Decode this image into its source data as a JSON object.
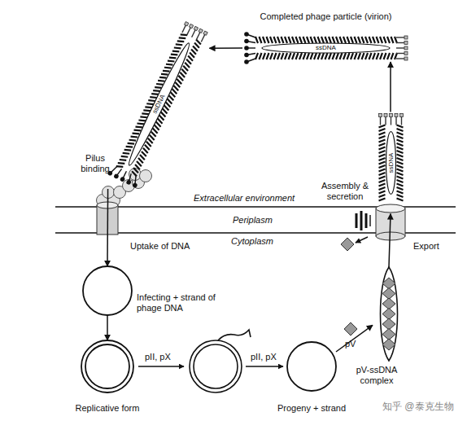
{
  "diagram": {
    "nodes": [
      {
        "text": [
          "Completed phage particle (virion)",
          "ssDNA"
        ]
      },
      {
        "text": [
          "ssDNA"
        ]
      },
      {
        "text": [
          "Infecting + strand of phage DNA"
        ]
      },
      {
        "text": [
          "Replicative form"
        ]
      },
      {
        "text": [
          "Progeny + strand"
        ]
      },
      {
        "text": [
          "pV-ssDNA complex"
        ]
      },
      {
        "text": [
          "ssDNA"
        ]
      }
    ],
    "edges": [
      {
        "from": 0,
        "to": 1,
        "arrow": "to"
      },
      {
        "from": 1,
        "to": 2,
        "label": "Uptake of DNA",
        "arrow": "to"
      },
      {
        "from": 2,
        "to": 3,
        "arrow": "to"
      },
      {
        "from": 4,
        "to": 5,
        "arrow": "to"
      },
      {
        "from": 5,
        "to": 6,
        "label": "Export",
        "arrow": "to"
      },
      {
        "from": 6,
        "to": 0,
        "arrow": "to"
      }
    ],
    "labels": [
      "Pilus binding",
      "Extracellular environment",
      "Periplasm",
      "Cytoplasm",
      "Assembly & secretion",
      "pII, pX",
      "pII, pX",
      "pV",
      "知乎 @泰克生物"
    ]
  }
}
